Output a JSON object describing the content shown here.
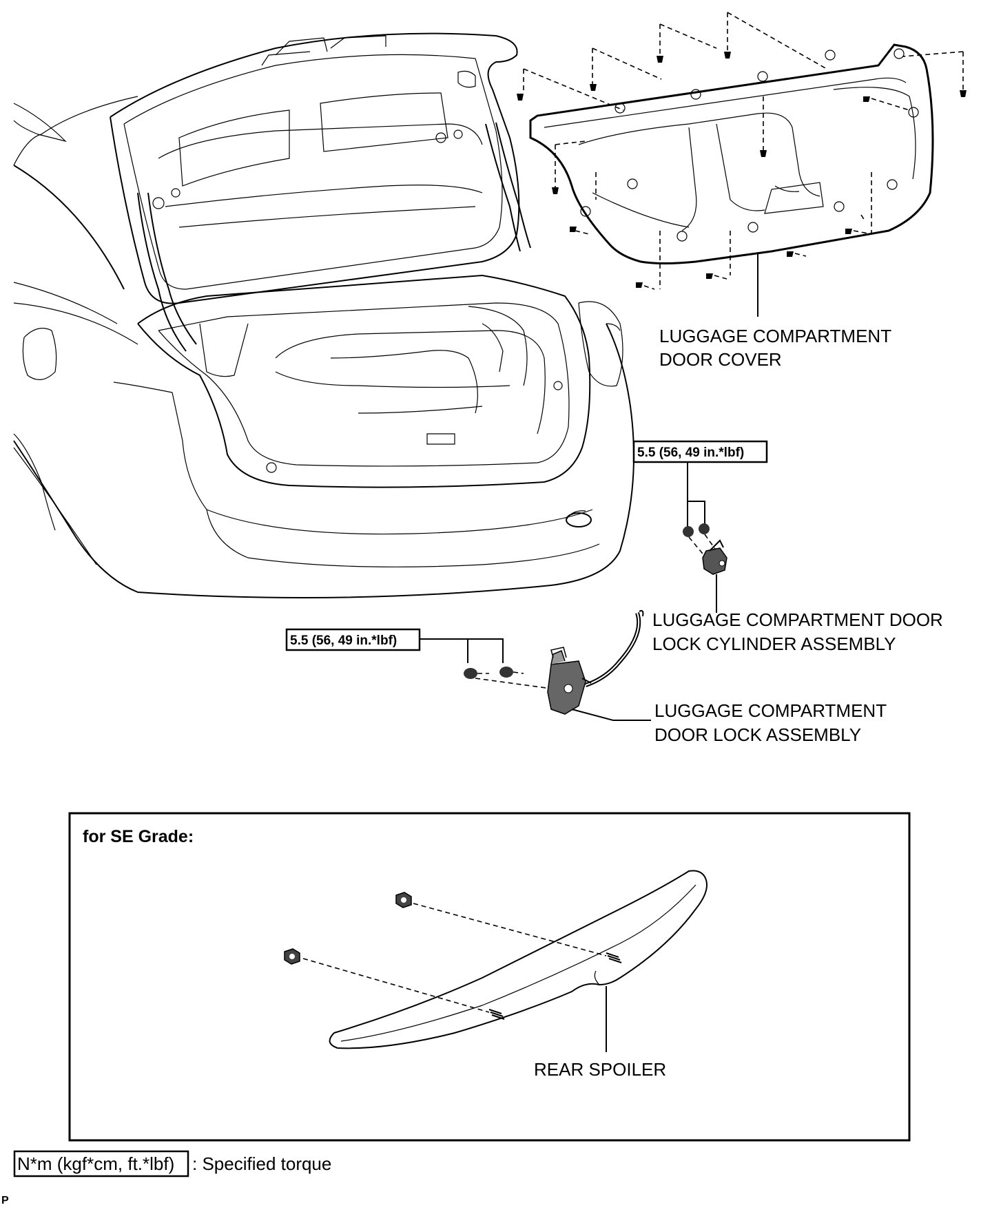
{
  "labels": {
    "door_cover_line1": "LUGGAGE COMPARTMENT",
    "door_cover_line2": "DOOR COVER",
    "lock_cylinder_line1": "LUGGAGE COMPARTMENT DOOR",
    "lock_cylinder_line2": "LOCK CYLINDER ASSEMBLY",
    "door_lock_line1": "LUGGAGE COMPARTMENT",
    "door_lock_line2": "DOOR LOCK ASSEMBLY",
    "rear_spoiler": "REAR SPOILER"
  },
  "torque": {
    "lock_cylinder": "5.5 (56, 49 in.*lbf)",
    "door_lock": "5.5 (56, 49 in.*lbf)"
  },
  "inset": {
    "title": "for SE Grade:"
  },
  "legend": {
    "symbol": "N*m (kgf*cm, ft.*lbf)",
    "description": ": Specified torque"
  },
  "corner_mark": "P",
  "colors": {
    "line": "#000000",
    "background": "#ffffff"
  }
}
